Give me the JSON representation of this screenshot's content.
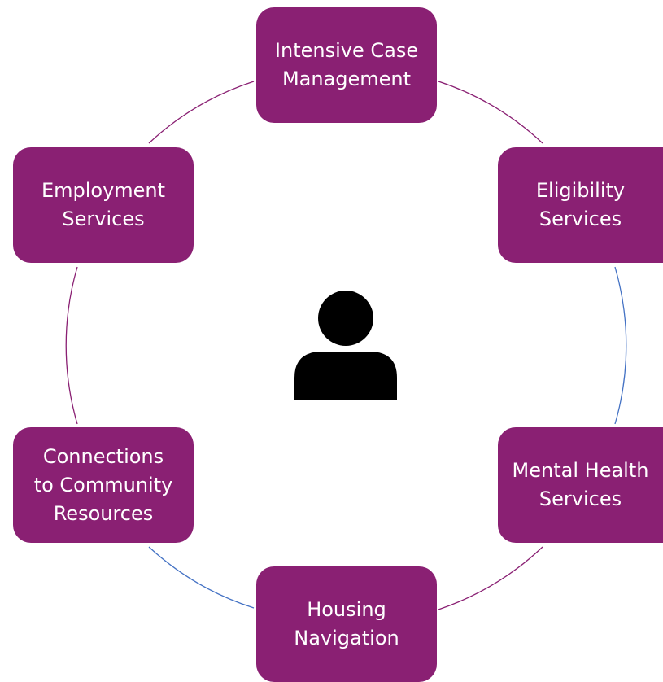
{
  "colors": {
    "node_fill": "#8a2073",
    "node_text": "#ffffff",
    "connector_purple": "#8a2073",
    "connector_blue": "#4472c4",
    "person": "#000000"
  },
  "center": {
    "icon": "person-icon"
  },
  "nodes": {
    "top": "Intensive Case\nManagement",
    "upper_right": "Eligibility\nServices",
    "lower_right": "Mental Health\nServices",
    "bottom": "Housing\nNavigation",
    "lower_left": "Connections\nto Community\nResources",
    "upper_left": "Employment\nServices"
  }
}
